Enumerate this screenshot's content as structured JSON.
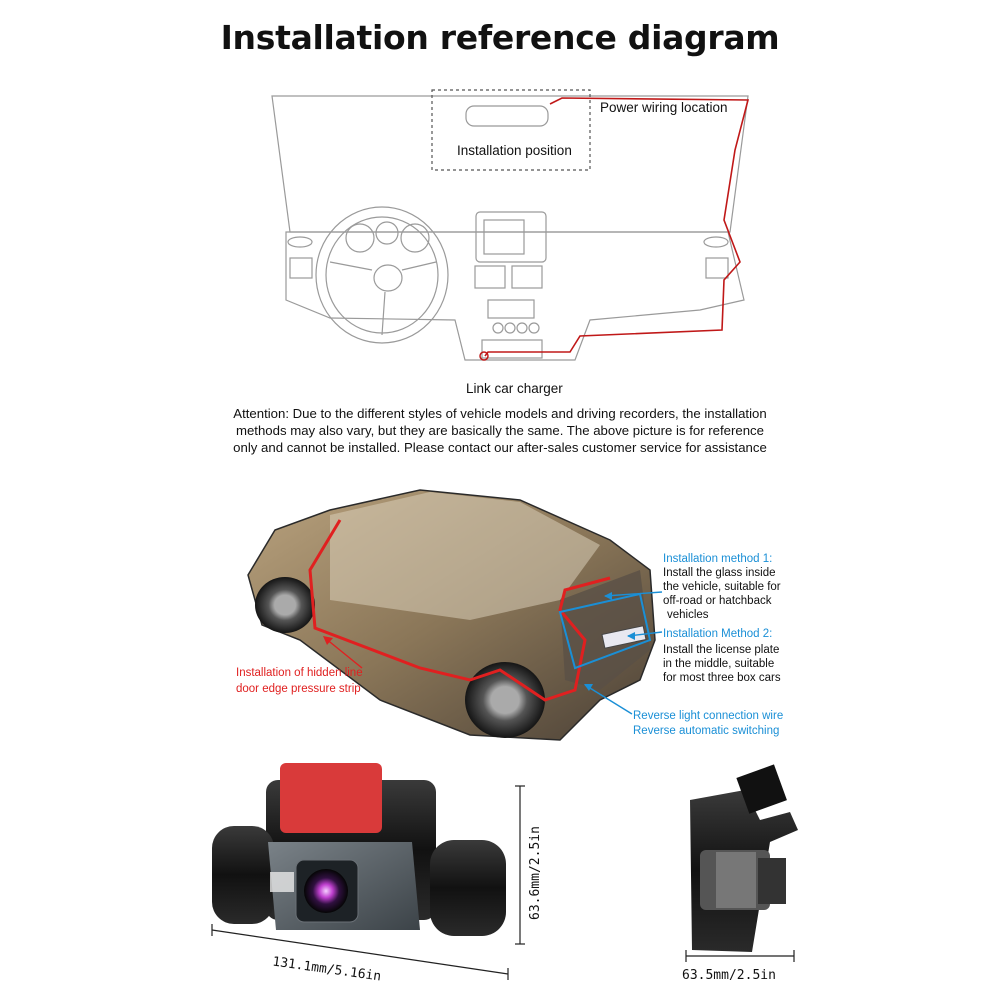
{
  "title": "Installation reference diagram",
  "top_diagram": {
    "power_label": "Power wiring location",
    "install_position_label": "Installation position",
    "charger_label": "Link car charger"
  },
  "attention_text": "Attention: Due to the different styles of vehicle models and driving recorders, the installation methods may also vary, but they are basically the same. The above picture is for reference only and cannot be installed. Please contact our after-sales customer service for assistance",
  "car_diagram": {
    "hidden_line_label_1": "Installation of hidden line",
    "hidden_line_label_2": "door edge pressure strip",
    "method1_title": "Installation method 1:",
    "method1_lines": [
      "Install the glass inside",
      "the vehicle, suitable for",
      "off-road or hatchback",
      "vehicles"
    ],
    "method2_title": "Installation Method 2:",
    "method2_lines": [
      "Install the license plate",
      "in the middle, suitable",
      "for most three box cars"
    ],
    "reverse_line_1": "Reverse light connection wire",
    "reverse_line_2": "Reverse automatic switching"
  },
  "dimensions": {
    "width": "131.1mm/5.16in",
    "height": "63.6mm/2.5in",
    "depth": "63.5mm/2.5in"
  },
  "colors": {
    "accent_red": "#e02020",
    "accent_blue": "#1a8fd6"
  }
}
